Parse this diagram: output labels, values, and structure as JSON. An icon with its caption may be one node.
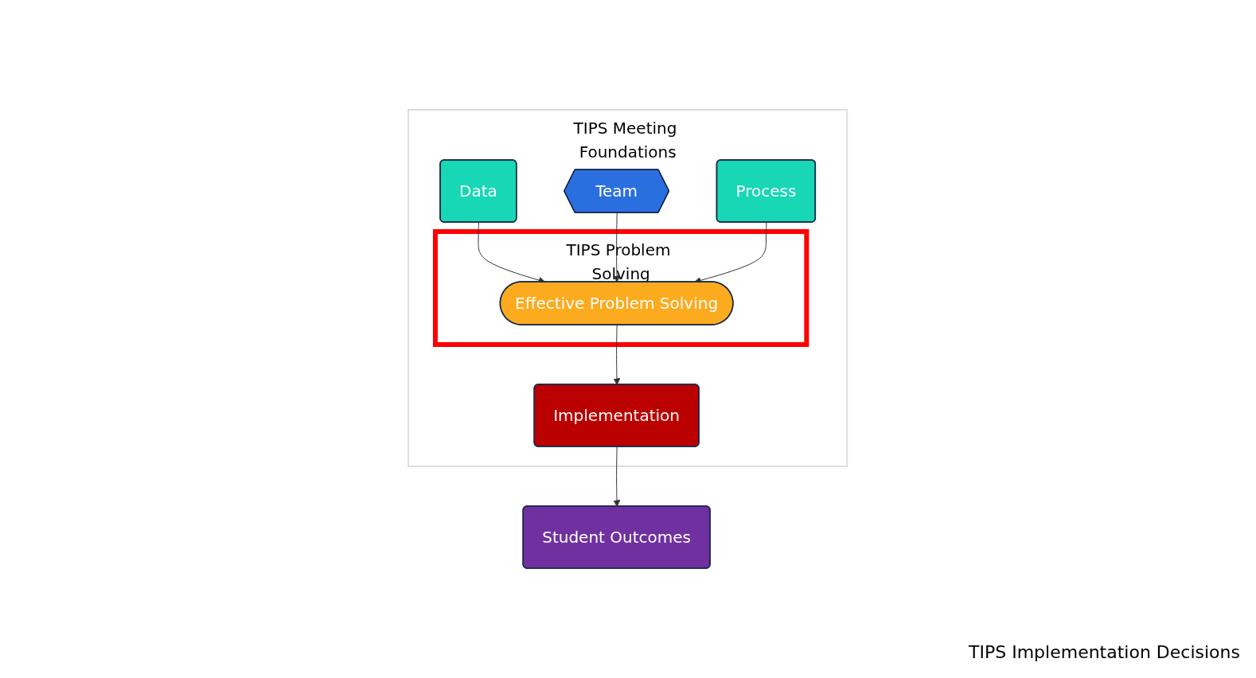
{
  "diagram": {
    "nodes": [
      {
        "text": [
          "TIPS Meeting Foundations"
        ]
      },
      {
        "text": [
          "Data"
        ],
        "in": 0
      },
      {
        "text": [
          "Team"
        ],
        "in": 0
      },
      {
        "text": [
          "Process"
        ],
        "in": 0
      },
      {
        "text": [
          "TIPS Problem Solving"
        ],
        "in": 0
      },
      {
        "text": [
          "Effective Problem Solving"
        ],
        "in": 4
      },
      {
        "text": [
          "Implementation"
        ],
        "in": 0
      },
      {
        "text": [
          "Student Outcomes"
        ]
      }
    ],
    "edges": [
      {
        "from": 1,
        "to": 5,
        "arrow": "to"
      },
      {
        "from": 2,
        "to": 5,
        "arrow": "to"
      },
      {
        "from": 3,
        "to": 5,
        "arrow": "to"
      },
      {
        "from": 5,
        "to": 6,
        "arrow": "to"
      },
      {
        "from": 6,
        "to": 7,
        "arrow": "to"
      }
    ],
    "labels": [
      "TIPS Implementation Decisions"
    ]
  }
}
